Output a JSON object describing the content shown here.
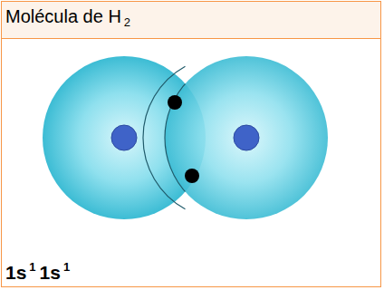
{
  "diagram": {
    "title": "Molécula de H",
    "labels": [
      "2",
      "1s",
      "1",
      "1s",
      "1"
    ]
  }
}
